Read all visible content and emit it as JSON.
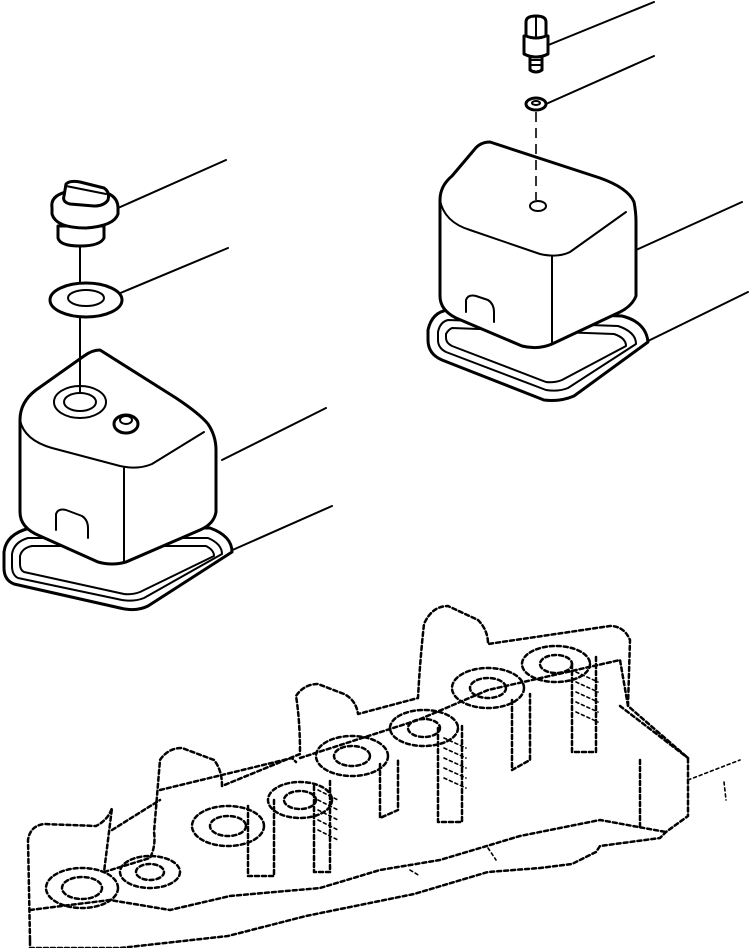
{
  "diagram": {
    "colors": {
      "line": "#000000",
      "background": "#ffffff"
    },
    "assemblies": [
      {
        "id": "cover-with-filler-cap",
        "parts": [
          "oil-filler-cap",
          "filler-cap-seal-ring",
          "rocker-cover",
          "rocker-cover-gasket"
        ]
      },
      {
        "id": "cover-with-bolt",
        "parts": [
          "cover-bolt",
          "bolt-washer",
          "rocker-cover",
          "rocker-cover-gasket"
        ]
      }
    ],
    "background_part": "cylinder-head"
  }
}
